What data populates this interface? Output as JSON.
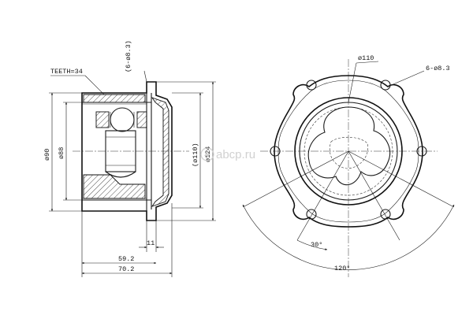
{
  "side_view": {
    "teeth_label": "TEETH=34",
    "holes_label": "(6-ø8.3)",
    "dia_90": "ø90",
    "dia_88": "ø88",
    "dia_110": "(ø110)",
    "dia_124": "ø124",
    "dim_11": "11",
    "dim_59": "59.2",
    "dim_70": "70.2"
  },
  "front_view": {
    "dia_110": "ø110",
    "holes_label": "6-ø8.3",
    "angle_30": "30°",
    "angle_120": "120°"
  },
  "watermark": {
    "text": "abcp.ru",
    "icon": "lightning-logo-icon"
  }
}
